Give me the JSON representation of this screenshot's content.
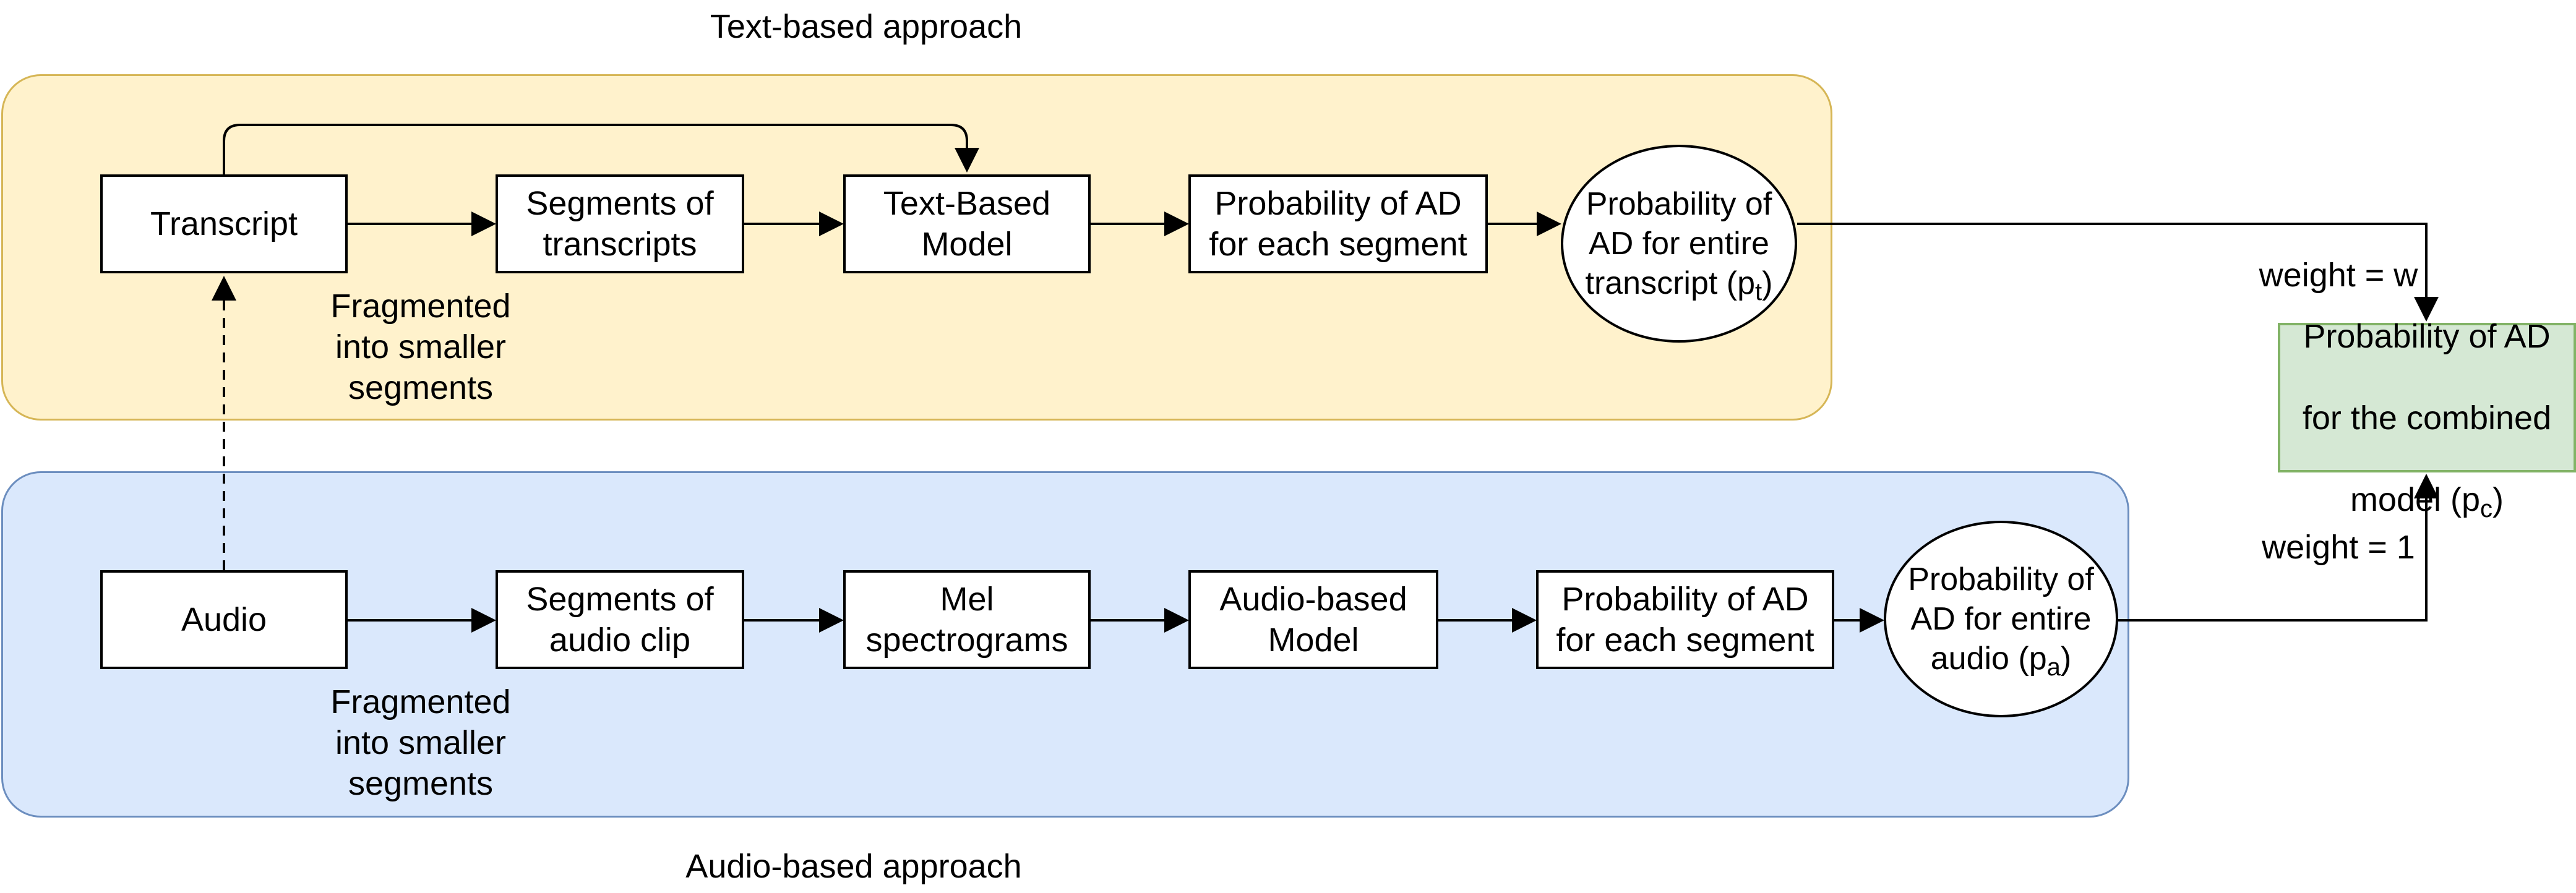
{
  "approaches": {
    "text_title": "Text-based approach",
    "audio_title": "Audio-based approach"
  },
  "nodes": {
    "transcript": "Transcript",
    "segments_transcripts": "Segments of\ntranscripts",
    "text_model": "Text-Based\nModel",
    "prob_text_segment": "Probability of AD\nfor each segment",
    "prob_transcript": {
      "line1": "Probability of",
      "line2": "AD for entire",
      "line3_prefix": "transcript (p",
      "sub": "t",
      "suffix": ")"
    },
    "audio": "Audio",
    "segments_audio": "Segments of\naudio clip",
    "mel": "Mel\nspectrograms",
    "audio_model": "Audio-based\nModel",
    "prob_audio_segment": "Probability of AD\nfor each segment",
    "prob_audio": {
      "line1": "Probability of",
      "line2": "AD for entire",
      "line3_prefix": "audio (p",
      "sub": "a",
      "suffix": ")"
    },
    "combined": {
      "line1": "Probability of AD",
      "line2": "for the combined",
      "line3_prefix": "model (p",
      "sub": "c",
      "suffix": ")"
    }
  },
  "edge_labels": {
    "fragmented_text": "Fragmented\ninto smaller\nsegments",
    "fragmented_audio": "Fragmented\ninto smaller\nsegments",
    "weight_text": "weight = w",
    "weight_audio": "weight = 1"
  },
  "colors": {
    "text_region_fill": "#fff2cc",
    "text_region_stroke": "#d6b656",
    "audio_region_fill": "#dae8fc",
    "audio_region_stroke": "#6c8ebf",
    "combined_fill": "#d5e8d4",
    "combined_stroke": "#82b366"
  }
}
